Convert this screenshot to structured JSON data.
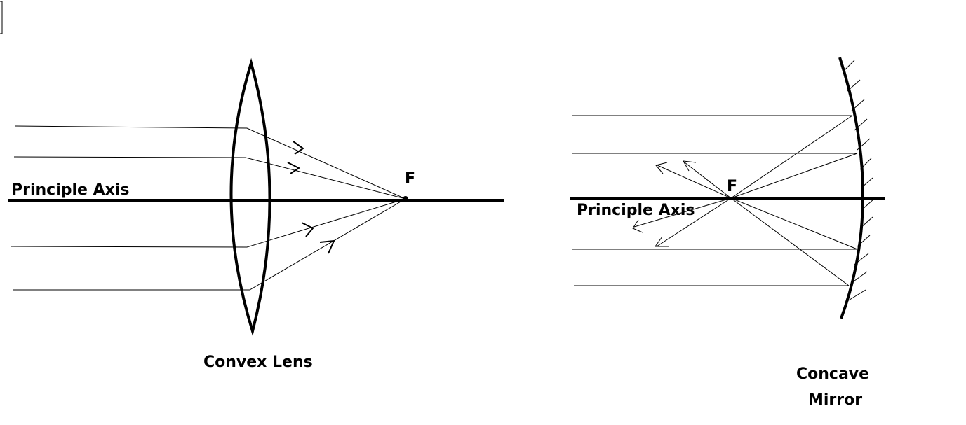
{
  "colors": {
    "line": "#000000",
    "background": "#ffffff"
  },
  "lens_diagram": {
    "axis_label": "Principle Axis",
    "focus_label": "F",
    "caption": "Convex Lens"
  },
  "mirror_diagram": {
    "axis_label": "Principle Axis",
    "focus_label": "F",
    "caption_line1": "Concave",
    "caption_line2": "Mirror"
  }
}
